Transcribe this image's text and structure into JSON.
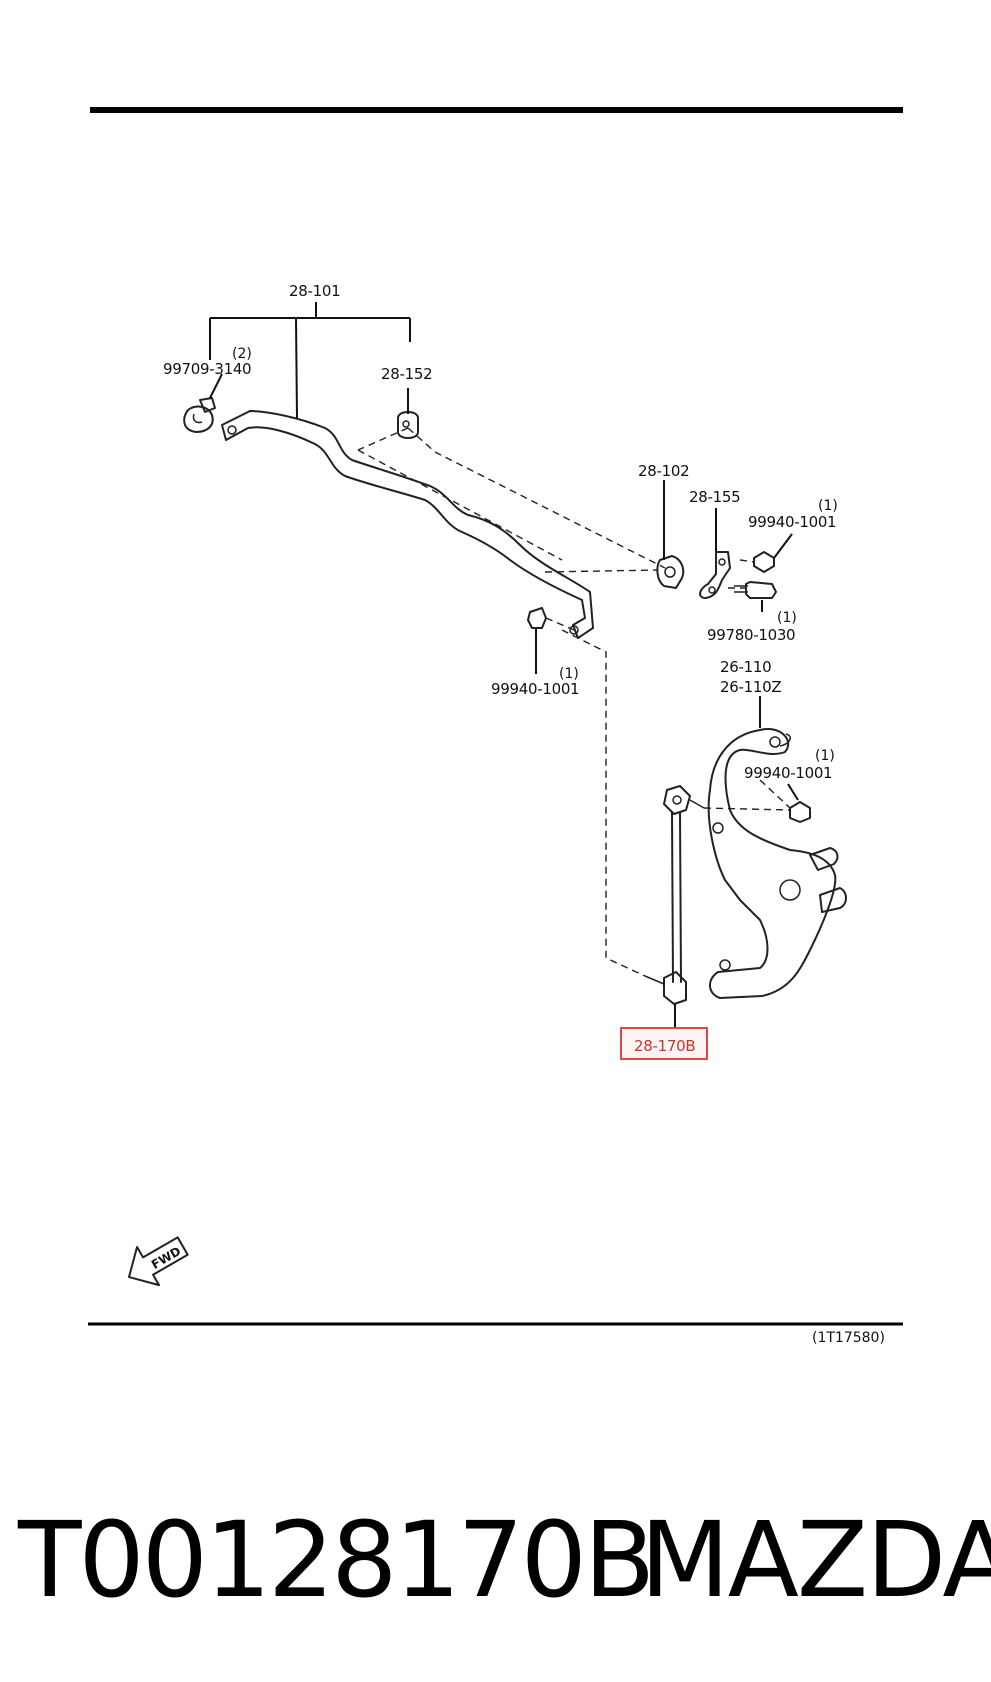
{
  "labels": {
    "stabilizer": "28-101",
    "clamp_qty": "(2)",
    "clamp": "99709-3140",
    "bushing": "28-152",
    "bracket": "28-102",
    "bracket2": "28-155",
    "nut_top_qty": "(1)",
    "nut_top": "99940-1001",
    "bolt_qty": "(1)",
    "bolt": "99780-1030",
    "nut_left_qty": "(1)",
    "nut_left": "99940-1001",
    "knuckle": "26-110",
    "knuckle_z": "26-110Z",
    "nut_knuckle_qty": "(1)",
    "nut_knuckle": "99940-1001",
    "link": "28-170B",
    "fwd": "FWD",
    "diagram_code": "(1T17580)"
  },
  "highlight": {
    "part": "28-170B",
    "color": "#d94a4a"
  },
  "caption": {
    "part_number": "T00128170B",
    "brand": "MAZDA"
  }
}
